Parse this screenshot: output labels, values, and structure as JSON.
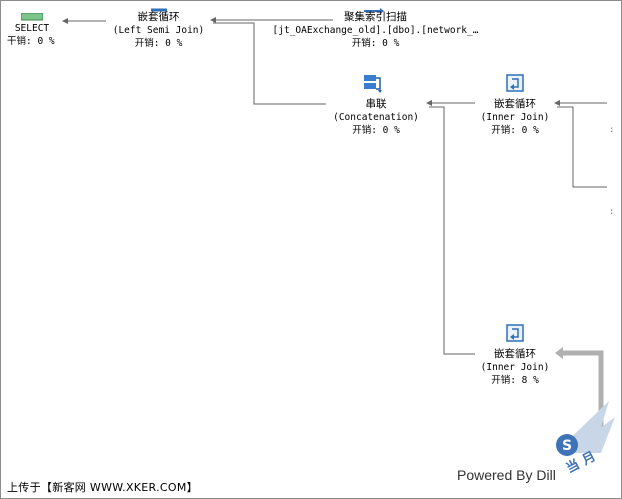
{
  "plan": {
    "select": {
      "name": "SELECT",
      "cost": "干销: 0 %"
    },
    "nested_loop_1": {
      "name": "嵌套循环",
      "detail": "(Left Semi Join)",
      "cost": "开销: 0 %"
    },
    "clustered_scan": {
      "name": "聚集索引扫描",
      "detail": "[jt_OAExchange_old].[dbo].[network_…",
      "cost": "开销: 0 %"
    },
    "concatenation": {
      "name": "串联",
      "detail": "(Concatenation)",
      "cost": "开销: 0 %"
    },
    "nested_loop_2": {
      "name": "嵌套循环",
      "detail": "(Inner Join)",
      "cost": "开销: 0 %"
    },
    "nested_loop_3": {
      "name": "嵌套循环",
      "detail": "(Inner Join)",
      "cost": "开销: 8 %"
    }
  },
  "footer": {
    "upload_text": "上传于【新客网 WWW.XKER.COM】",
    "powered": "Powered By Dill"
  },
  "colors": {
    "icon_blue": "#2f6fb8",
    "line": "#555555",
    "select_green": "#7cc48a"
  }
}
